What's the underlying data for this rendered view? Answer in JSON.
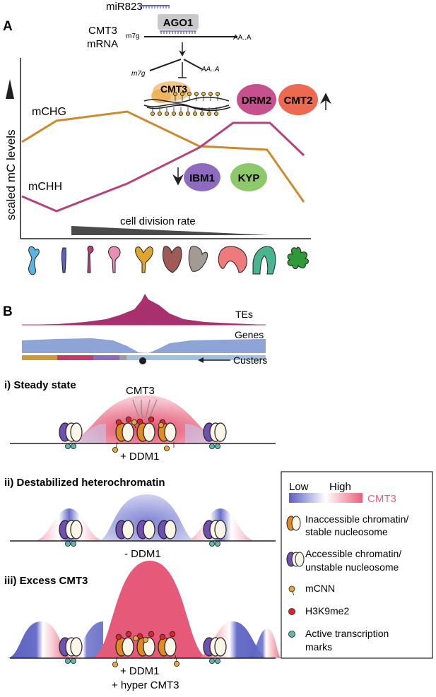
{
  "panel_a": {
    "label": "A",
    "mirna": "miR823",
    "ago": "AGO1",
    "mrna_line1": "CMT3",
    "mrna_line2": "mRNA",
    "cap": "m7g",
    "polya": "AA..A",
    "cap2": "m7g",
    "polya2": "AA..A",
    "protein": "CMT3",
    "y_axis_label": "scaled mC levels",
    "mchg_label": "mCHG",
    "mchh_label": "mCHH",
    "enzymes": {
      "drm2": "DRM2",
      "cmt2": "CMT2",
      "ibm1": "IBM1",
      "kyp": "KYP"
    },
    "division_label": "cell division rate",
    "colors": {
      "mchg": "#cc8a2e",
      "mchh": "#b5427a",
      "drm2": "#c7508e",
      "cmt2": "#ec6a4f",
      "ibm1": "#8f6bbf",
      "kyp": "#8dc96b"
    }
  },
  "panel_b": {
    "label": "B",
    "tracks": {
      "tes": "TEs",
      "genes": "Genes",
      "custers": "Custers"
    },
    "state1": {
      "title": "i) Steady state",
      "cmt3": "CMT3",
      "caption": "+ DDM1"
    },
    "state2": {
      "title": "ii) Destabilized heterochromatin",
      "caption": "- DDM1"
    },
    "state3": {
      "title": "iii) Excess CMT3",
      "caption1": "+ DDM1",
      "caption2": "+ hyper CMT3"
    },
    "legend": {
      "low": "Low",
      "high": "High",
      "cmt3": "CMT3",
      "inaccessible1": "Inaccessible chromatin/",
      "inaccessible2": "stable nucleosome",
      "accessible1": "Accessible chromatin/",
      "accessible2": "unstable nucleosome",
      "mcnn": "mCNN",
      "h3k9": "H3K9me2",
      "active1": "Active transcription",
      "active2": "marks"
    },
    "colors": {
      "low": "#5a5fc0",
      "high": "#e8607a"
    }
  }
}
